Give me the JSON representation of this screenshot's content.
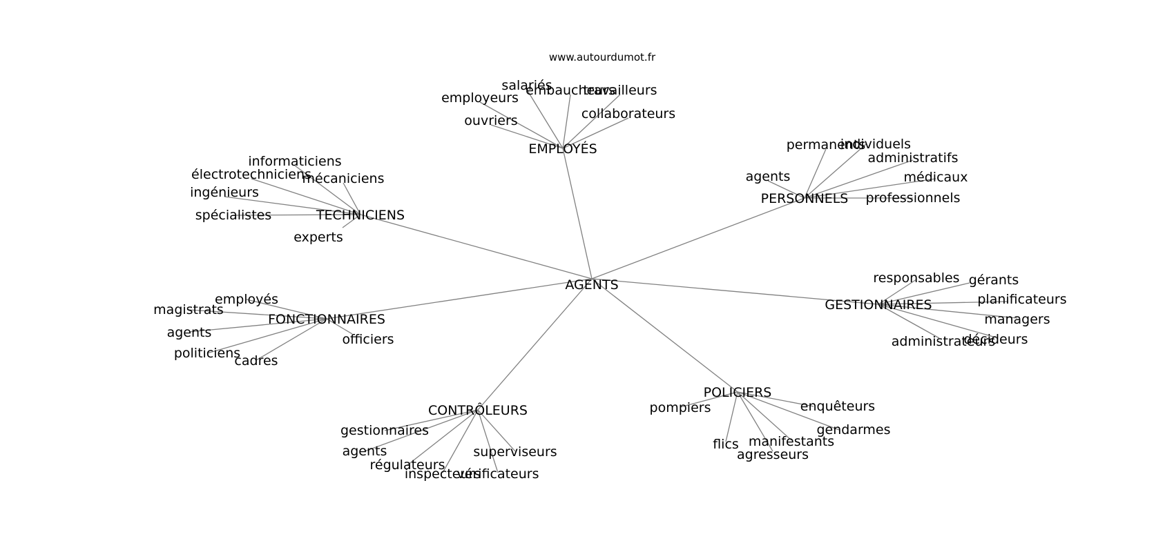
{
  "watermark": "www.autourdumot.fr",
  "center": "AGENTS",
  "groups": [
    {
      "label": "EMPLOYÉS",
      "words": [
        "salariés",
        "embaucheurs",
        "travailleurs",
        "employeurs",
        "ouvriers",
        "collaborateurs"
      ]
    },
    {
      "label": "PERSONNELS",
      "words": [
        "permanents",
        "individuels",
        "administratifs",
        "agents",
        "médicaux",
        "professionnels"
      ]
    },
    {
      "label": "TECHNICIENS",
      "words": [
        "informaticiens",
        "électrotechniciens",
        "mécaniciens",
        "ingénieurs",
        "spécialistes",
        "experts"
      ]
    },
    {
      "label": "GESTIONNAIRES",
      "words": [
        "responsables",
        "gérants",
        "planificateurs",
        "managers",
        "décideurs",
        "administrateurs"
      ]
    },
    {
      "label": "FONCTIONNAIRES",
      "words": [
        "employés",
        "magistrats",
        "agents",
        "politiciens",
        "cadres",
        "officiers"
      ]
    },
    {
      "label": "POLICIERS",
      "words": [
        "pompiers",
        "enquêteurs",
        "gendarmes",
        "manifestants",
        "agresseurs",
        "flics"
      ]
    },
    {
      "label": "CONTRÔLEURS",
      "words": [
        "gestionnaires",
        "agents",
        "régulateurs",
        "inspecteurs",
        "vérificateurs",
        "superviseurs"
      ]
    }
  ]
}
